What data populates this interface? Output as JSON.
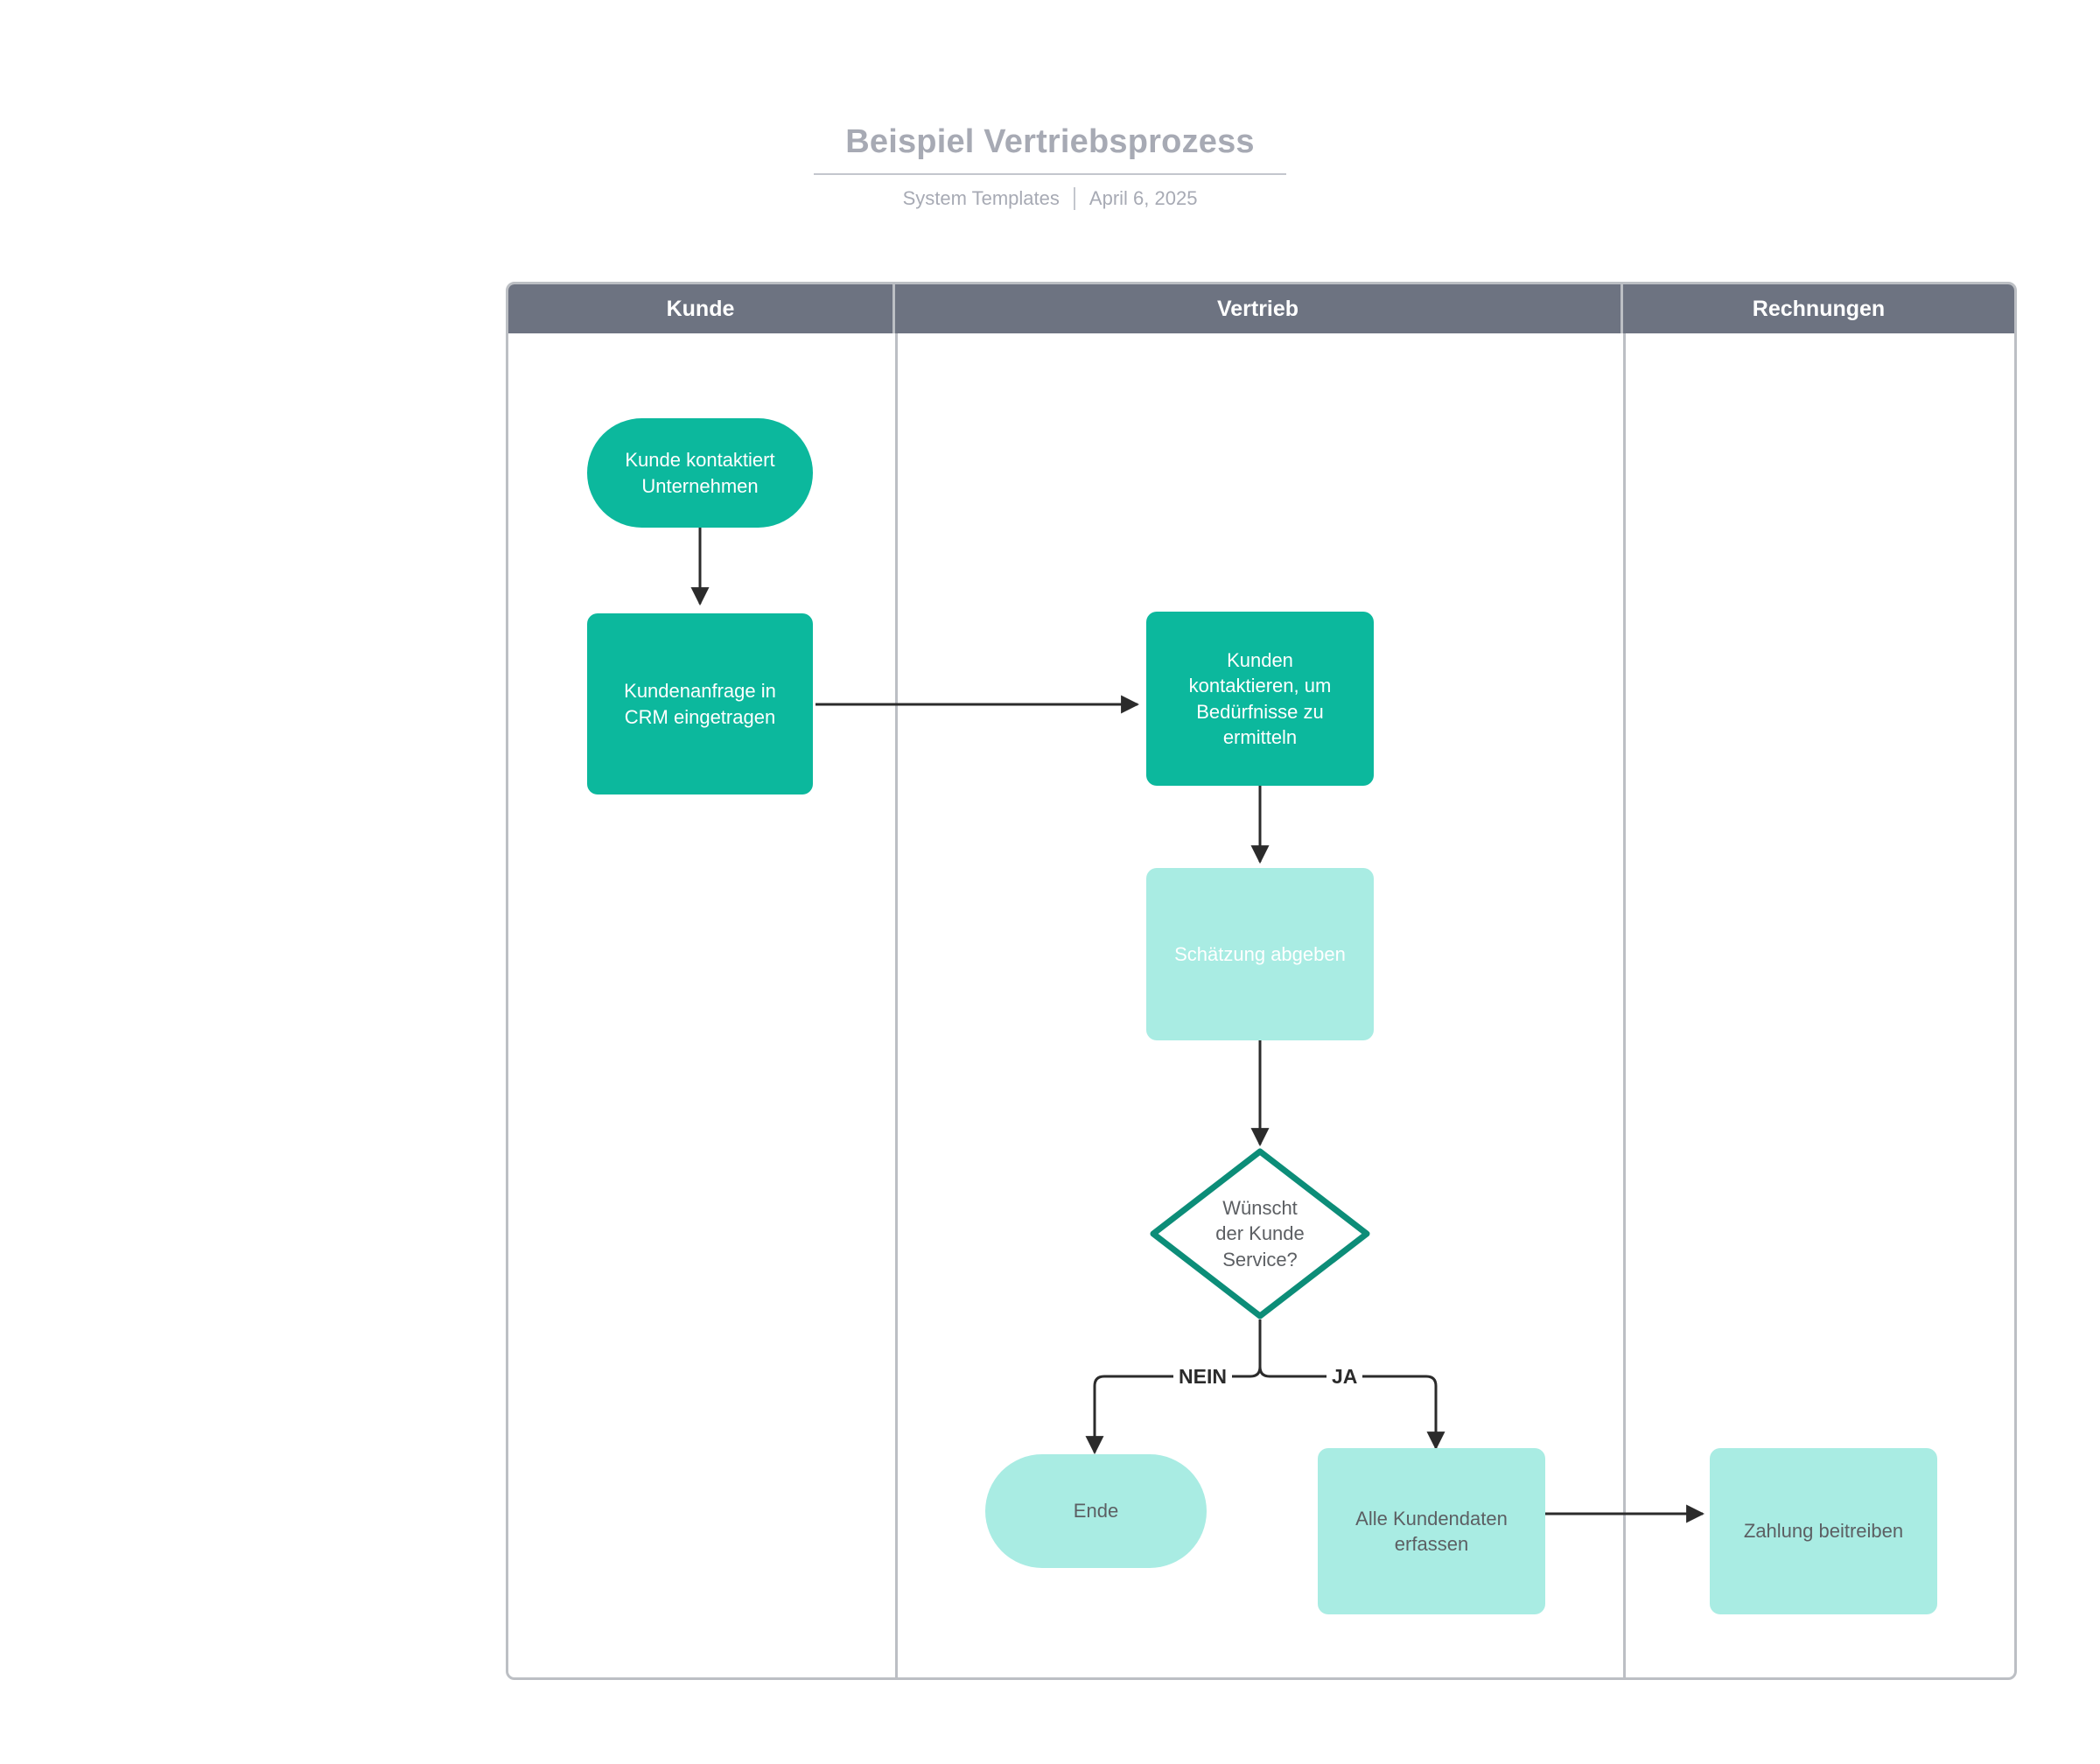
{
  "document": {
    "title": "Beispiel Vertriebsprozess",
    "source": "System Templates",
    "date": "April 6, 2025"
  },
  "diagram": {
    "type": "swimlane-flowchart",
    "lanes": [
      {
        "id": "kunde",
        "label": "Kunde"
      },
      {
        "id": "vertrieb",
        "label": "Vertrieb"
      },
      {
        "id": "rechnungen",
        "label": "Rechnungen"
      }
    ],
    "nodes": [
      {
        "id": "n1",
        "lane": "kunde",
        "shape": "pill",
        "style": "dark",
        "label": "Kunde kontaktiert\nUnternehmen"
      },
      {
        "id": "n2",
        "lane": "kunde",
        "shape": "rect",
        "style": "dark",
        "label": "Kundenanfrage in\nCRM eingetragen"
      },
      {
        "id": "n3",
        "lane": "vertrieb",
        "shape": "rect",
        "style": "dark",
        "label": "Kunden\nkontaktieren, um\nBedürfnisse zu\nermitteln"
      },
      {
        "id": "n4",
        "lane": "vertrieb",
        "shape": "rect",
        "style": "light",
        "label": "Schätzung abgeben"
      },
      {
        "id": "n5",
        "lane": "vertrieb",
        "shape": "diamond",
        "style": "outline",
        "label": "Wünscht\nder Kunde\nService?"
      },
      {
        "id": "n6",
        "lane": "vertrieb",
        "shape": "pill",
        "style": "light",
        "label": "Ende"
      },
      {
        "id": "n7",
        "lane": "vertrieb",
        "shape": "rect",
        "style": "light",
        "label": "Alle Kundendaten\nerfassen"
      },
      {
        "id": "n8",
        "lane": "rechnungen",
        "shape": "rect",
        "style": "light",
        "label": "Zahlung beitreiben"
      }
    ],
    "edges": [
      {
        "from": "n1",
        "to": "n2",
        "label": ""
      },
      {
        "from": "n2",
        "to": "n3",
        "label": ""
      },
      {
        "from": "n3",
        "to": "n4",
        "label": ""
      },
      {
        "from": "n4",
        "to": "n5",
        "label": ""
      },
      {
        "from": "n5",
        "to": "n6",
        "label": "NEIN"
      },
      {
        "from": "n5",
        "to": "n7",
        "label": "JA"
      },
      {
        "from": "n7",
        "to": "n8",
        "label": ""
      }
    ],
    "edge_labels": {
      "no": "NEIN",
      "yes": "JA"
    },
    "colors": {
      "node_dark": "#0cb89d",
      "node_light": "#a9ece3",
      "diamond_stroke": "#0c8d78",
      "lane_header_bg": "#6d7381",
      "lane_border": "#bcbfc4",
      "edge_stroke": "#2b2b2b",
      "title_text": "#a7aab4",
      "light_node_text": "#5c5f63"
    }
  }
}
